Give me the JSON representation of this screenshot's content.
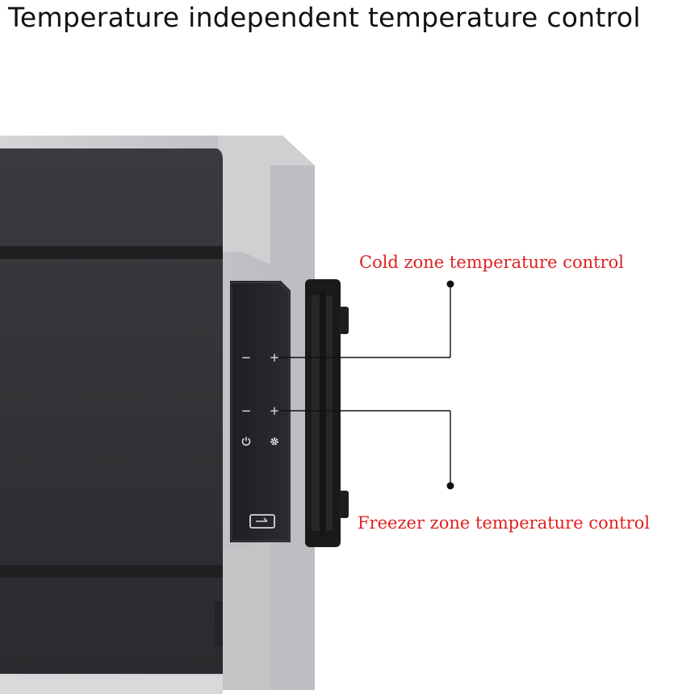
{
  "title": "Temperature independent temperature control",
  "callouts": {
    "cold_zone": "Cold zone temperature control",
    "freezer_zone": "Freezer zone temperature control"
  },
  "panel": {
    "cold_minus": "−",
    "cold_plus": "+",
    "freezer_minus": "−",
    "freezer_plus": "+",
    "power_icon": "power-icon",
    "settings_icon": "gear-icon",
    "usb_icon": "usb-port-icon"
  },
  "colors": {
    "callout_text": "#e02020",
    "body_dark": "#2f3033",
    "body_grey": "#c9cacc",
    "handle": "#1c1c1c"
  }
}
